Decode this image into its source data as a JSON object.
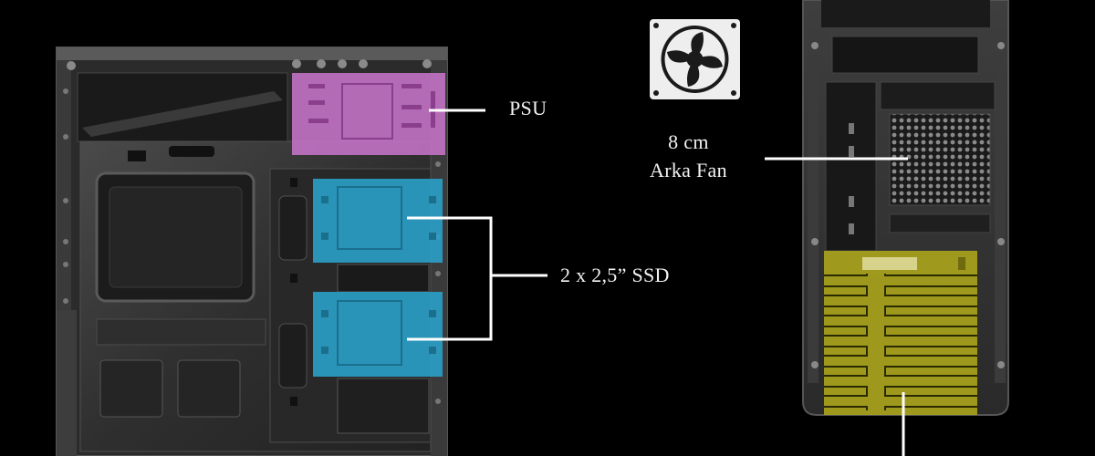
{
  "labels": {
    "psu": "PSU",
    "ssd": "2 x 2,5” SSD",
    "fan_size": "8 cm",
    "fan_name": "Arka Fan"
  },
  "highlight_colors": {
    "psu": "#c774c9",
    "ssd": "#2aa3cc",
    "expansion": "#a8a21c",
    "leader_line": "#ffffff"
  },
  "icons": [
    "fan-icon"
  ]
}
